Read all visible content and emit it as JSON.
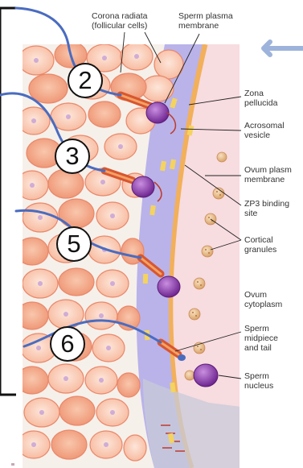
{
  "labels": {
    "corona_radiata": "Corona radiata\n(follicular cells)",
    "sperm_plasma_membrane": "Sperm plasma\nmembrane",
    "zona_pellucida": "Zona\npellucida",
    "acrosomal_vesicle": "Acrosomal\nvesicle",
    "ovum_plasma_membrane": "Ovum plasm\nmembrane",
    "zp3_binding_site": "ZP3 binding\nsite",
    "cortical_granules": "Cortical\ngranules",
    "ovum_cytoplasm": "Ovum\ncytoplasm",
    "sperm_midpiece_tail": "Sperm\nmidpiece\nand tail",
    "sperm_nucleus": "Sperm\nnucleus"
  },
  "steps": [
    "2",
    "3",
    "5",
    "6"
  ],
  "colors": {
    "follicle_cell": "#f7b89c",
    "follicle_cell_outline": "#e9876a",
    "zona_pellucida": "#b9b3ea",
    "ovum_cytoplasm": "#f7dce0",
    "ovum_membrane": "#f2b05b",
    "sperm_tail": "#4a6cc0",
    "sperm_nucleus": "#8a3aa8",
    "midpiece": "#d8562f",
    "arrow": "#9db3db"
  }
}
